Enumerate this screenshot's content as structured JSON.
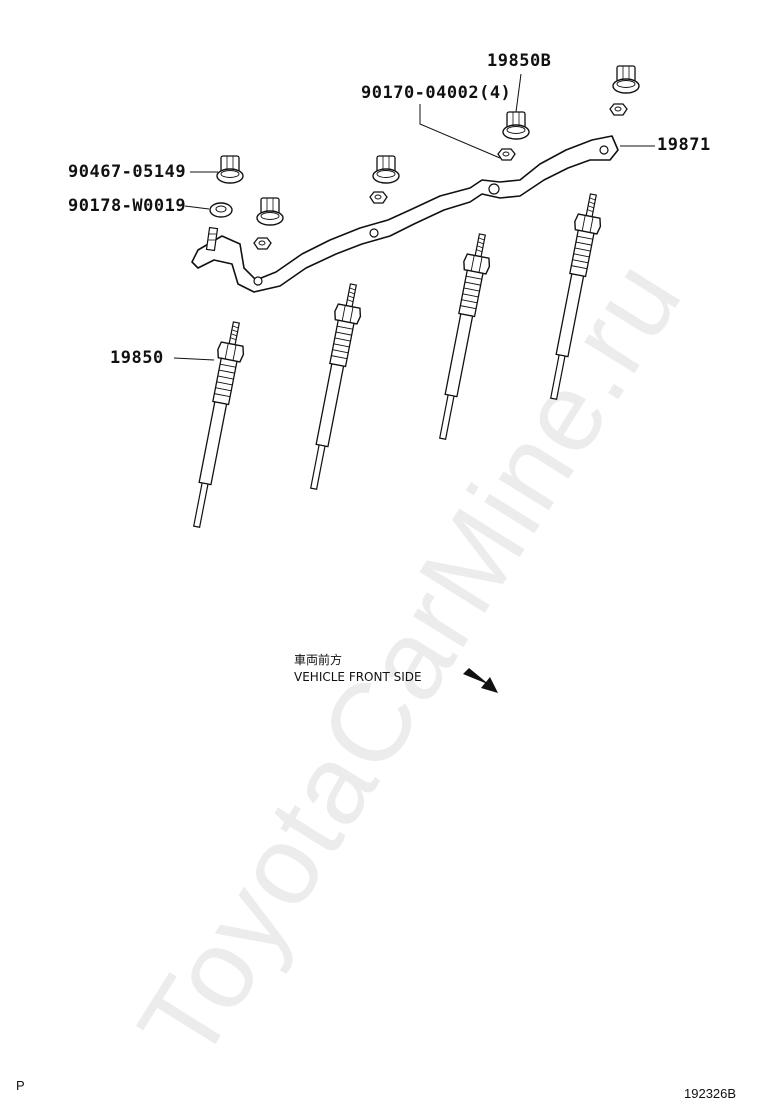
{
  "callouts": {
    "top_plug_part": "19850B",
    "nut_part": "90170-04002(4)",
    "connector_part": "90467-05149",
    "washer_part": "90178-W0019",
    "busbar_part": "19871",
    "glow_plug_part": "19850"
  },
  "orientation": {
    "jp_label": "車両前方",
    "en_label": "VEHICLE FRONT SIDE",
    "arrow_icon": "arrow-down-right-icon"
  },
  "footer": {
    "left_mark": "P",
    "illustration_number": "192326B"
  },
  "watermark": "ToyotaCarMine.ru"
}
